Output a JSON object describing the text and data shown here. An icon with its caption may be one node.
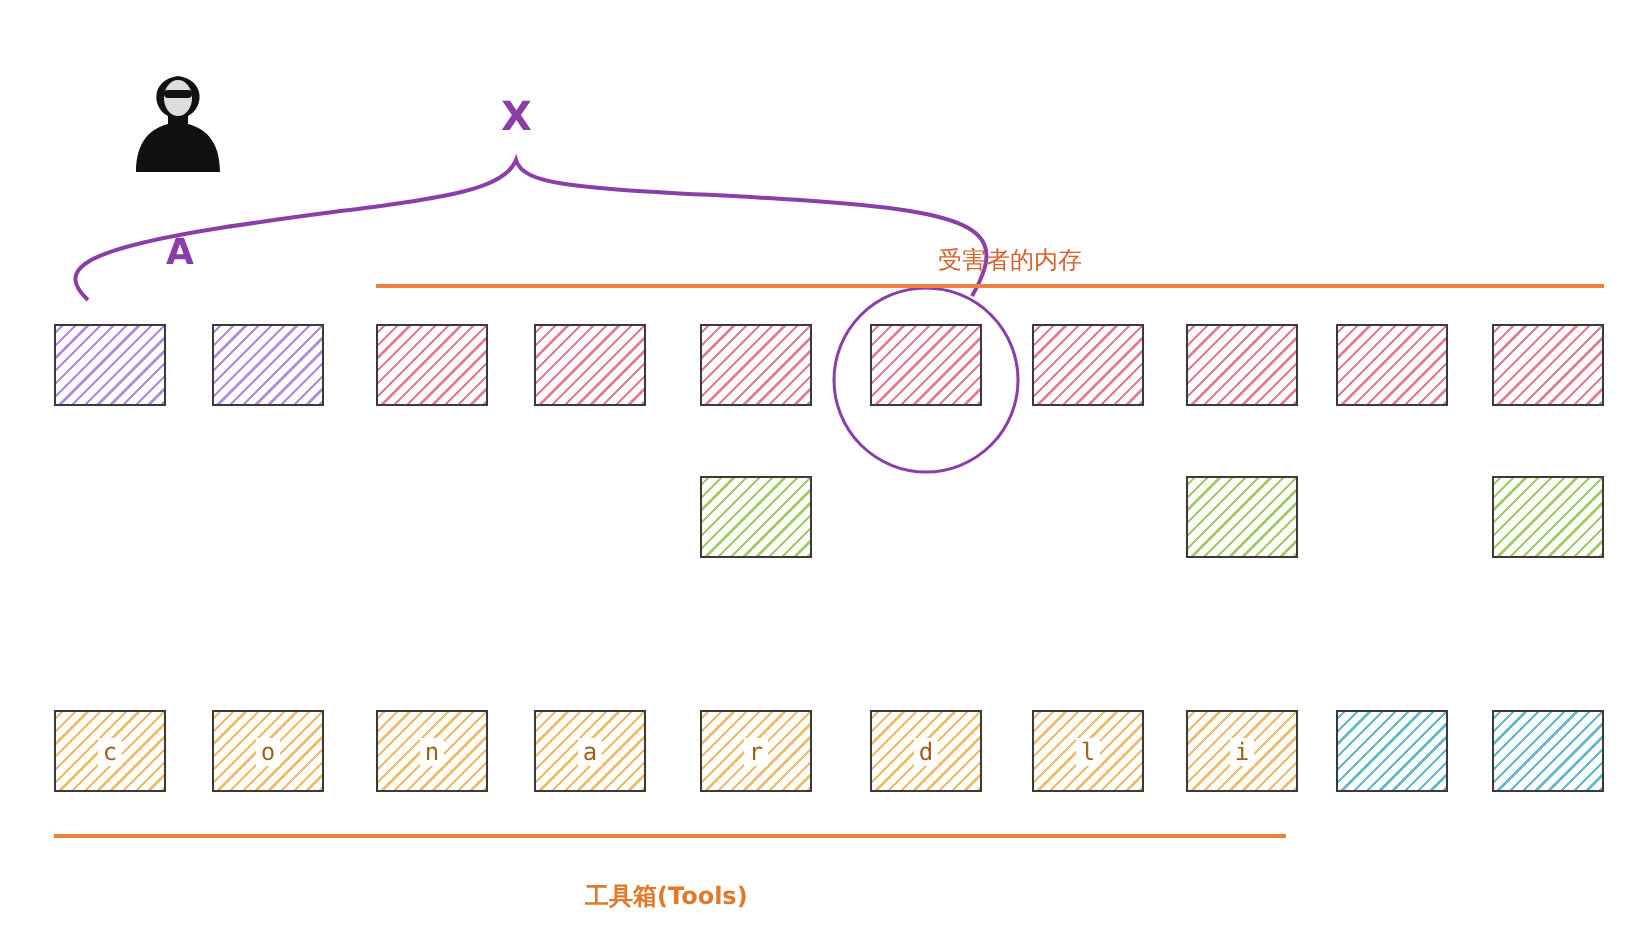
{
  "diagram": {
    "nodes": [
      {
        "text": [],
        "shape": "box"
      },
      {
        "text": [],
        "shape": "box"
      },
      {
        "text": [],
        "shape": "box"
      },
      {
        "text": [],
        "shape": "box"
      },
      {
        "text": [],
        "shape": "box"
      },
      {
        "text": [],
        "shape": "box"
      },
      {
        "text": [],
        "shape": "box"
      },
      {
        "text": [],
        "shape": "box"
      },
      {
        "text": [],
        "shape": "box"
      },
      {
        "text": [],
        "shape": "box"
      },
      {
        "text": [],
        "shape": "box"
      },
      {
        "text": [],
        "shape": "box"
      },
      {
        "text": [],
        "shape": "box"
      },
      {
        "text": [
          "c"
        ]
      },
      {
        "text": [
          "o"
        ]
      },
      {
        "text": [
          "n"
        ]
      },
      {
        "text": [
          "a"
        ]
      },
      {
        "text": [
          "r"
        ]
      },
      {
        "text": [
          "d"
        ]
      },
      {
        "text": [
          "l"
        ]
      },
      {
        "text": [
          "i"
        ]
      },
      {
        "text": [],
        "shape": "box"
      },
      {
        "text": [],
        "shape": "box"
      }
    ],
    "labels": [
      "X",
      "A",
      "受害者的内存",
      "工具箱(Tools)"
    ]
  }
}
